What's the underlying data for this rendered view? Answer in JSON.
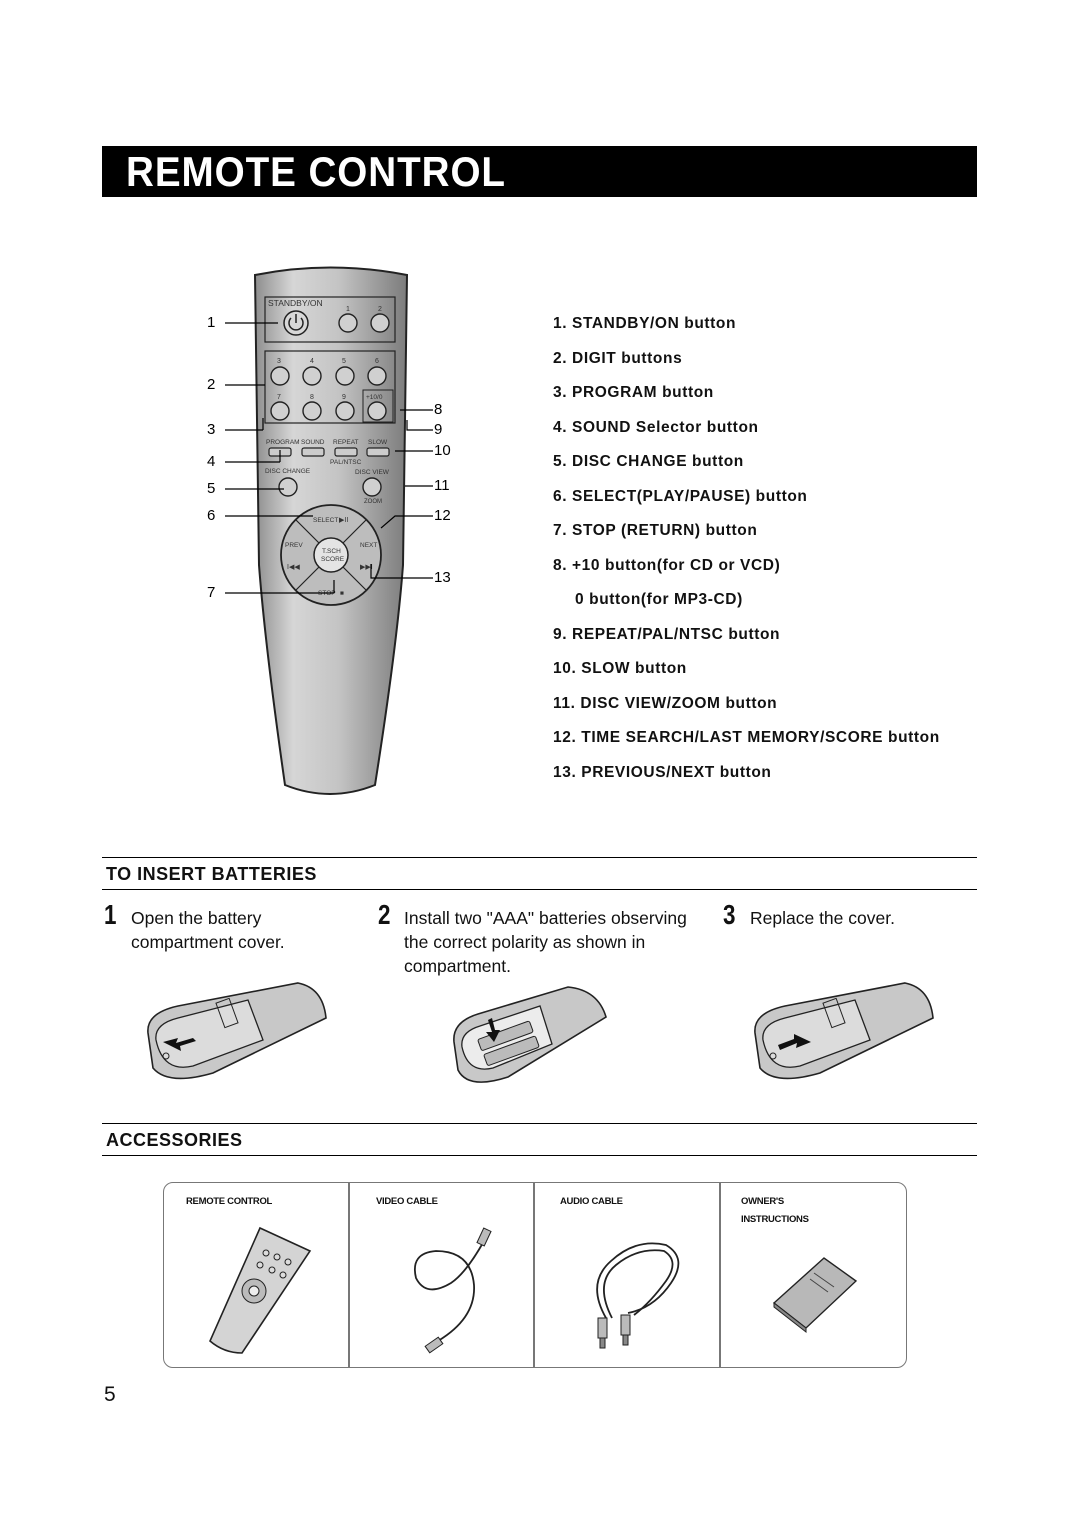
{
  "title": "REMOTE CONTROL",
  "remote": {
    "labels": {
      "standby": "STANDBY/ON",
      "digits_top": [
        "1",
        "2"
      ],
      "digits_row2": [
        "3",
        "4",
        "5",
        "6"
      ],
      "digits_row3": [
        "7",
        "8",
        "9",
        "+10/0"
      ],
      "program": "PROGRAM",
      "sound": "SOUND",
      "repeat": "REPEAT",
      "slow": "SLOW",
      "palntsc": "PAL/NTSC",
      "disc_change": "DISC CHANGE",
      "disc_view": "DISC VIEW",
      "zoom": "ZOOM",
      "select": "SELECT",
      "prev": "PREV",
      "next": "NEXT",
      "tsch": "T.SCH",
      "score": "SCORE",
      "stop": "STOP"
    },
    "callouts_left": [
      "1",
      "2",
      "3",
      "4",
      "5",
      "6",
      "7"
    ],
    "callouts_right": [
      "8",
      "9",
      "10",
      "11",
      "12",
      "13"
    ]
  },
  "button_list": [
    "1. STANDBY/ON button",
    "2. DIGIT buttons",
    "3. PROGRAM button",
    "4. SOUND Selector button",
    "5. DISC CHANGE button",
    "6. SELECT(PLAY/PAUSE) button",
    "7. STOP (RETURN) button",
    "8. +10 button(for CD or VCD)",
    "0 button(for MP3-CD)",
    "9. REPEAT/PAL/NTSC button",
    "10. SLOW button",
    "11. DISC VIEW/ZOOM button",
    "12. TIME SEARCH/LAST MEMORY/SCORE button",
    "13.  PREVIOUS/NEXT button"
  ],
  "batteries": {
    "heading": "TO INSERT BATTERIES",
    "steps": [
      {
        "num": "1",
        "line1": "Open the battery",
        "line2": "compartment cover.",
        "line3": ""
      },
      {
        "num": "2",
        "line1": "Install two \"AAA\" batteries observing",
        "line2": "the correct  polarity as shown in",
        "line3": "compartment."
      },
      {
        "num": "3",
        "line1": "Replace the cover.",
        "line2": "",
        "line3": ""
      }
    ]
  },
  "accessories": {
    "heading": "ACCESSORIES",
    "items": [
      {
        "line1": "REMOTE CONTROL",
        "line2": ""
      },
      {
        "line1": "VIDEO CABLE",
        "line2": ""
      },
      {
        "line1": "AUDIO CABLE",
        "line2": ""
      },
      {
        "line1": "OWNER'S",
        "line2": "INSTRUCTIONS"
      }
    ]
  },
  "page_number": "5"
}
